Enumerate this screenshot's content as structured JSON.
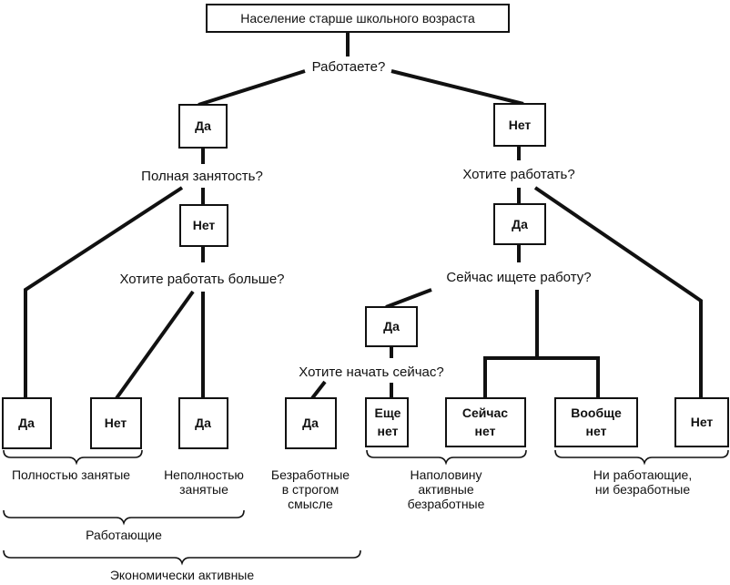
{
  "root": {
    "label": "Население старше школьного возраста"
  },
  "questions": {
    "working": "Работаете?",
    "full_time": "Полная занятость?",
    "want_more": "Хотите работать больше?",
    "want_work": "Хотите работать?",
    "seeking": "Сейчас ищете работу?",
    "start_now": "Хотите начать сейчас?"
  },
  "answers": {
    "working_yes": "Да",
    "working_no": "Нет",
    "full_time_no": "Нет",
    "want_work_yes": "Да",
    "seeking_yes": "Да"
  },
  "leaves": [
    {
      "id": "full_yes",
      "lines": [
        "Да"
      ]
    },
    {
      "id": "more_no",
      "lines": [
        "Нет"
      ]
    },
    {
      "id": "more_yes",
      "lines": [
        "Да"
      ]
    },
    {
      "id": "start_yes",
      "lines": [
        "Да"
      ]
    },
    {
      "id": "start_not_yet",
      "lines": [
        "Еще",
        "нет"
      ]
    },
    {
      "id": "seek_not_now",
      "lines": [
        "Сейчас",
        "нет"
      ]
    },
    {
      "id": "seek_not_at_all",
      "lines": [
        "Вообще",
        "нет"
      ]
    },
    {
      "id": "want_no",
      "lines": [
        "Нет"
      ]
    }
  ],
  "categories": {
    "fully_employed": [
      "Полностью занятые"
    ],
    "underemployed": [
      "Неполностью",
      "занятые"
    ],
    "unemployed_strict": [
      "Безработные",
      "в строгом",
      "смысле"
    ],
    "semi_active_unemployed": [
      "Наполовину",
      "активные",
      "безработные"
    ],
    "neither": [
      "Ни работающие,",
      "ни безработные"
    ]
  },
  "groups": {
    "employed": "Работающие",
    "economically_active": "Экономически активные"
  }
}
